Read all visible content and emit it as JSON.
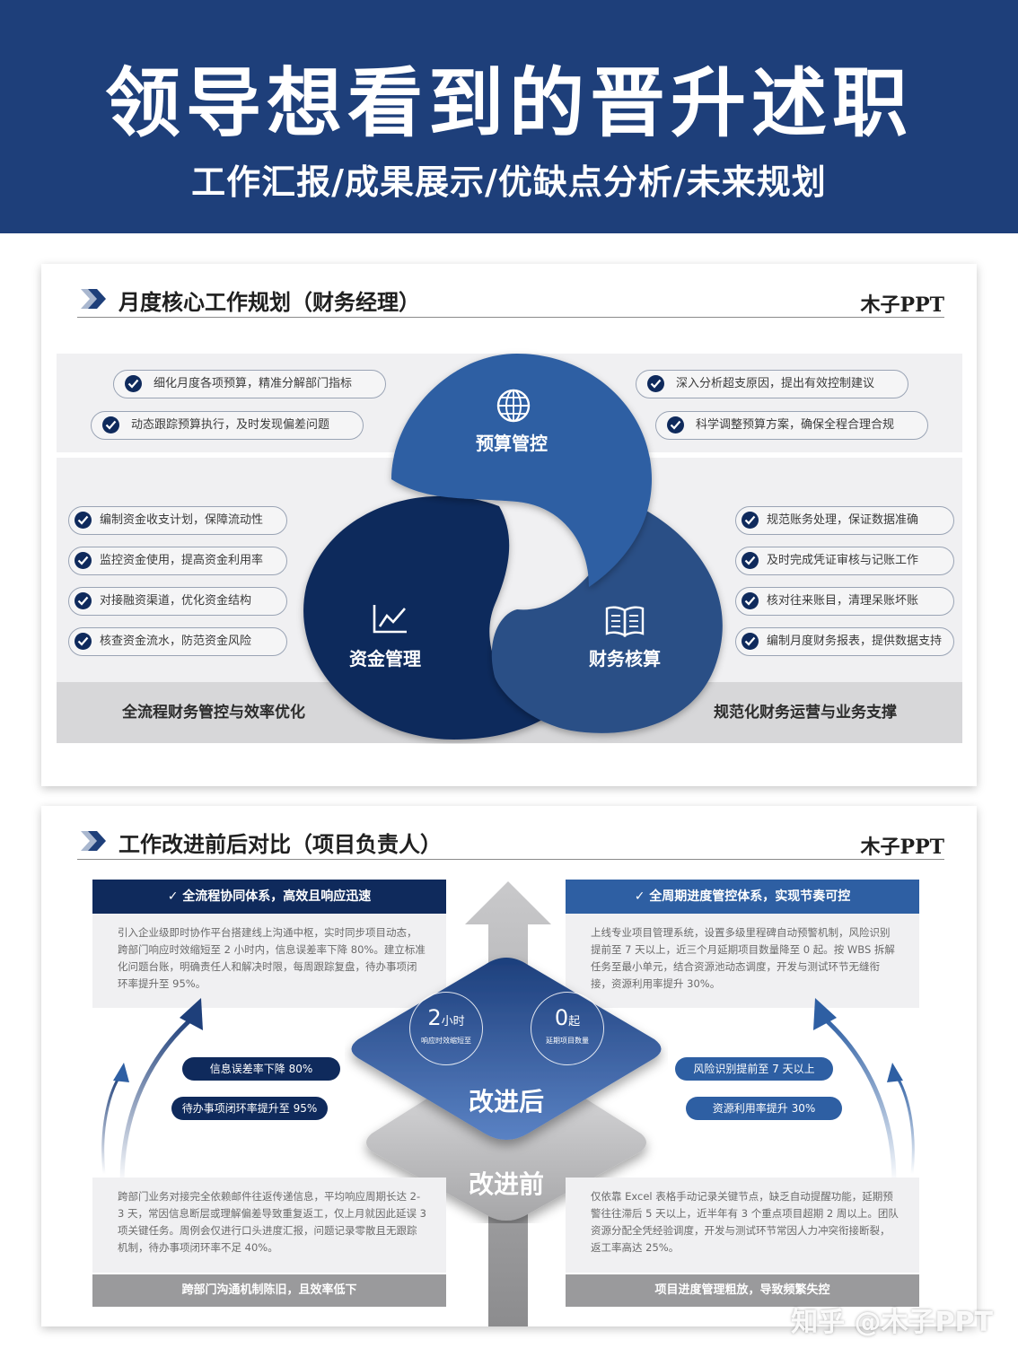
{
  "header": {
    "title": "领导想看到的晋升述职",
    "subtitle": "工作汇报/成果展示/优缺点分析/未来规划"
  },
  "brand": "木子PPT",
  "section1": {
    "title": "月度核心工作规划（财务经理）",
    "petals": {
      "top": "预算管控",
      "left": "资金管理",
      "right": "财务核算"
    },
    "top_left_items": [
      "细化月度各项预算，精准分解部门指标",
      "动态跟踪预算执行，及时发现偏差问题"
    ],
    "top_right_items": [
      "深入分析超支原因，提出有效控制建议",
      "科学调整预算方案，确保全程合理合规"
    ],
    "left_items": [
      "编制资金收支计划，保障流动性",
      "监控资金使用，提高资金利用率",
      "对接融资渠道，优化资金结构",
      "核查资金流水，防范资金风险"
    ],
    "right_items": [
      "规范账务处理，保证数据准确",
      "及时完成凭证审核与记账工作",
      "核对往来账目，清理呆账坏账",
      "编制月度财务报表，提供数据支持"
    ],
    "footer_left": "全流程财务管控与效率优化",
    "footer_right": "规范化财务运营与业务支撑"
  },
  "section2": {
    "title": "工作改进前后对比（项目负责人）",
    "left_head": "✓ 全流程协同体系，高效且响应迅速",
    "left_after": "引入企业级即时协作平台搭建线上沟通中枢，实时同步项目动态，跨部门响应时效缩短至 2 小时内，信息误差率下降 80%。建立标准化问题台账，明确责任人和解决时限，每周跟踪复盘，待办事项闭环率提升至 95%。",
    "right_head": "✓ 全周期进度管控体系，实现节奏可控",
    "right_after": "上线专业项目管理系统，设置多级里程碑自动预警机制，风险识别提前至 7 天以上，近三个月延期项目数量降至 0 起。按 WBS 拆解任务至最小单元，结合资源池动态调度，开发与测试环节无缝衔接，资源利用率提升 30%。",
    "tags_left": [
      "信息误差率下降 80%",
      "待办事项闭环率提升至 95%"
    ],
    "tags_right": [
      "风险识别提前至 7 天以上",
      "资源利用率提升 30%"
    ],
    "stat1": {
      "value": "2",
      "unit": "小时",
      "label": "响应时效缩短至"
    },
    "stat2": {
      "value": "0",
      "unit": "起",
      "label": "延期项目数量"
    },
    "after_label": "改进后",
    "before_label": "改进前",
    "left_before": "跨部门业务对接完全依赖邮件往返传递信息，平均响应周期长达 2-3 天，常因信息断层或理解偏差导致重复返工，仅上月就因此延误 3 项关键任务。周例会仅进行口头进度汇报，问题记录零散且无跟踪机制，待办事项闭环率不足 40%。",
    "right_before": "仅依靠 Excel 表格手动记录关键节点，缺乏自动提醒功能，延期预警往往滞后 5 天以上，近半年有 3 个重点项目超期 2 周以上。团队资源分配全凭经验调度，开发与测试环节常因人力冲突衔接断裂，返工率高达 25%。",
    "left_foot": "跨部门沟通机制陈旧，且效率低下",
    "right_foot": "项目进度管理粗放，导致频繁失控"
  },
  "watermark": "知乎 @木子PPT",
  "colors": {
    "navy": "#1e3f7a",
    "dark_navy": "#0f2a5c",
    "mid_blue": "#2e5fa3",
    "steel_blue": "#2b4f86",
    "gray": "#9a9a9c"
  }
}
